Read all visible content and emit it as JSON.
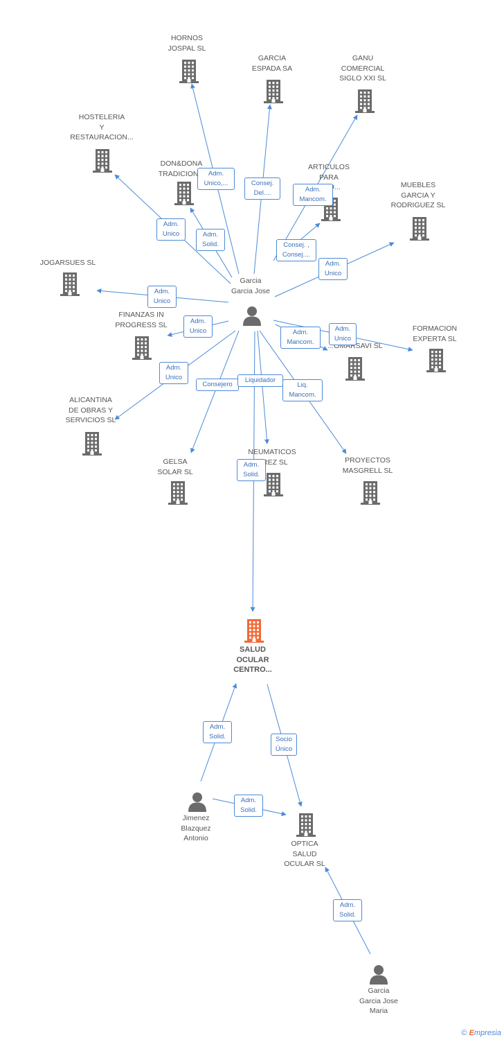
{
  "colors": {
    "arrow": "#4a8ad7",
    "building": "#6b6b6b",
    "focus_building": "#f26a38",
    "person": "#6b6b6b",
    "edge_text": "#3a6fb8"
  },
  "nodes": [
    {
      "id": "hornos",
      "type": "company",
      "label": "HORNOS\nJOSPAL SL"
    },
    {
      "id": "garcia-espada",
      "type": "company",
      "label": "GARCIA\nESPADA SA"
    },
    {
      "id": "ganu",
      "type": "company",
      "label": "GANU\nCOMERCIAL\nSIGLO XXI SL"
    },
    {
      "id": "hosteleria",
      "type": "company",
      "label": "HOSTELERIA\nY\nRESTAURACION..."
    },
    {
      "id": "dondona",
      "type": "company",
      "label": "DON&DONA\nTRADICION..."
    },
    {
      "id": "articulos",
      "type": "company",
      "label": "ARTICULOS\nPARA\n...DO..."
    },
    {
      "id": "muebles",
      "type": "company",
      "label": "MUEBLES\nGARCIA Y\nRODRIGUEZ SL"
    },
    {
      "id": "jogarsues",
      "type": "company",
      "label": "JOGARSUES SL"
    },
    {
      "id": "finanzas",
      "type": "company",
      "label": "FINANZAS IN\nPROGRESS  SL"
    },
    {
      "id": "jomarsavi",
      "type": "company",
      "label": "...OMARSAVI SL"
    },
    {
      "id": "formacion",
      "type": "company",
      "label": "FORMACION\nEXPERTA  SL"
    },
    {
      "id": "alicantina",
      "type": "company",
      "label": "ALICANTINA\nDE OBRAS Y\nSERVICIOS SL"
    },
    {
      "id": "gelsa",
      "type": "company",
      "label": "GELSA\nSOLAR SL"
    },
    {
      "id": "neumaticos",
      "type": "company",
      "label": "NEUMATICOS\n...REZ SL"
    },
    {
      "id": "proyectos",
      "type": "company",
      "label": "PROYECTOS\nMASGRELL SL"
    },
    {
      "id": "salud",
      "type": "company",
      "focus": true,
      "label": "SALUD\nOCULAR\nCENTRO..."
    },
    {
      "id": "optica",
      "type": "company",
      "label": "OPTICA\nSALUD\nOCULAR SL"
    },
    {
      "id": "garcia-jose",
      "type": "person",
      "label": "Garcia\nGarcia Jose"
    },
    {
      "id": "jimenez",
      "type": "person",
      "label": "Jimenez\nBlazquez\nAntonio"
    },
    {
      "id": "garcia-maria",
      "type": "person",
      "label": "Garcia\nGarcia Jose\nMaria"
    }
  ],
  "edges": [
    {
      "from": "garcia-jose",
      "to": "hornos",
      "label": "Adm.\nUnico,..."
    },
    {
      "from": "garcia-jose",
      "to": "garcia-espada",
      "label": "Consej.\nDel...."
    },
    {
      "from": "garcia-jose",
      "to": "ganu",
      "label": "Adm.\nMancom."
    },
    {
      "from": "garcia-jose",
      "to": "hosteleria",
      "label": "Adm.\nUnico"
    },
    {
      "from": "garcia-jose",
      "to": "dondona",
      "label": "Adm.\nSolid."
    },
    {
      "from": "garcia-jose",
      "to": "articulos",
      "label": "Consej. ,\nConsej...."
    },
    {
      "from": "garcia-jose",
      "to": "muebles",
      "label": "Adm.\nUnico"
    },
    {
      "from": "garcia-jose",
      "to": "jogarsues",
      "label": "Adm.\nUnico"
    },
    {
      "from": "garcia-jose",
      "to": "finanzas",
      "label": "Adm.\nUnico"
    },
    {
      "from": "garcia-jose",
      "to": "jomarsavi",
      "label": "Adm.\nMancom."
    },
    {
      "from": "garcia-jose",
      "to": "formacion",
      "label": "Adm.\nUnico"
    },
    {
      "from": "garcia-jose",
      "to": "alicantina",
      "label": "Adm.\nUnico"
    },
    {
      "from": "garcia-jose",
      "to": "gelsa",
      "label": "Consejero"
    },
    {
      "from": "garcia-jose",
      "to": "neumaticos",
      "label": "Liquidador"
    },
    {
      "from": "garcia-jose",
      "to": "proyectos",
      "label": "Liq.\nMancom."
    },
    {
      "from": "garcia-jose",
      "to": "salud",
      "label": "Adm.\nSolid."
    },
    {
      "from": "jimenez",
      "to": "salud",
      "label": "Adm.\nSolid."
    },
    {
      "from": "salud",
      "to": "optica",
      "label": "Socio\nÚnico"
    },
    {
      "from": "jimenez",
      "to": "optica",
      "label": "Adm.\nSolid."
    },
    {
      "from": "garcia-maria",
      "to": "optica",
      "label": "Adm.\nSolid."
    }
  ],
  "footer": {
    "copyright": "©",
    "brand_e": "E",
    "brand_rest": "mpresia"
  }
}
